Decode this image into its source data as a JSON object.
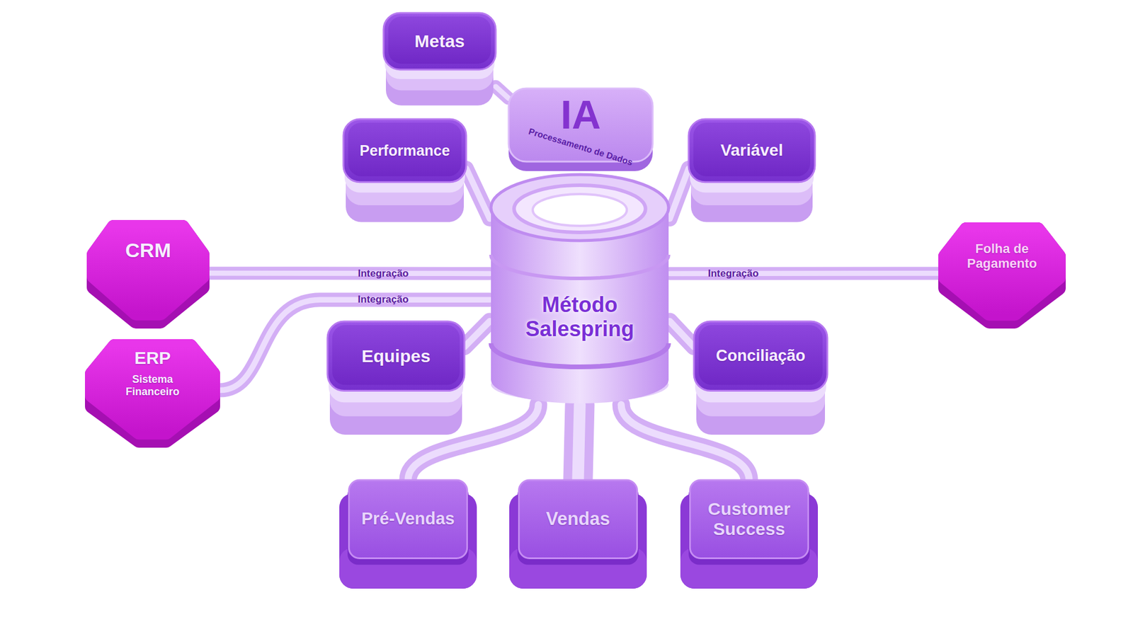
{
  "diagram": {
    "nodes": [
      {
        "text": [
          "Metas"
        ]
      },
      {
        "text": [
          "IA",
          "Processamento de Dados"
        ]
      },
      {
        "text": [
          "Performance"
        ]
      },
      {
        "text": [
          "Variável"
        ]
      },
      {
        "text": [
          "CRM"
        ]
      },
      {
        "text": [
          "Folha de Pagamento"
        ]
      },
      {
        "text": [
          "Método Salespring"
        ]
      },
      {
        "text": [
          "ERP",
          "Sistema Financeiro"
        ]
      },
      {
        "text": [
          "Equipes"
        ]
      },
      {
        "text": [
          "Conciliação"
        ]
      },
      {
        "text": [
          "Pré-Vendas"
        ]
      },
      {
        "text": [
          "Vendas"
        ]
      },
      {
        "text": [
          "Customer Success"
        ]
      }
    ],
    "edges": [
      {
        "from": 0,
        "to": 1,
        "arrow": "none"
      },
      {
        "from": 2,
        "to": 6,
        "arrow": "none"
      },
      {
        "from": 3,
        "to": 6,
        "arrow": "none"
      },
      {
        "from": 4,
        "to": 6,
        "label": "Integração",
        "arrow": "none"
      },
      {
        "from": 7,
        "to": 6,
        "label": "Integração",
        "arrow": "none"
      },
      {
        "from": 5,
        "to": 6,
        "label": "Integração",
        "arrow": "none"
      },
      {
        "from": 8,
        "to": 6,
        "arrow": "none"
      },
      {
        "from": 9,
        "to": 6,
        "arrow": "none"
      },
      {
        "from": 10,
        "to": 6,
        "arrow": "none"
      },
      {
        "from": 11,
        "to": 6,
        "arrow": "none"
      },
      {
        "from": 12,
        "to": 6,
        "arrow": "none"
      }
    ]
  }
}
